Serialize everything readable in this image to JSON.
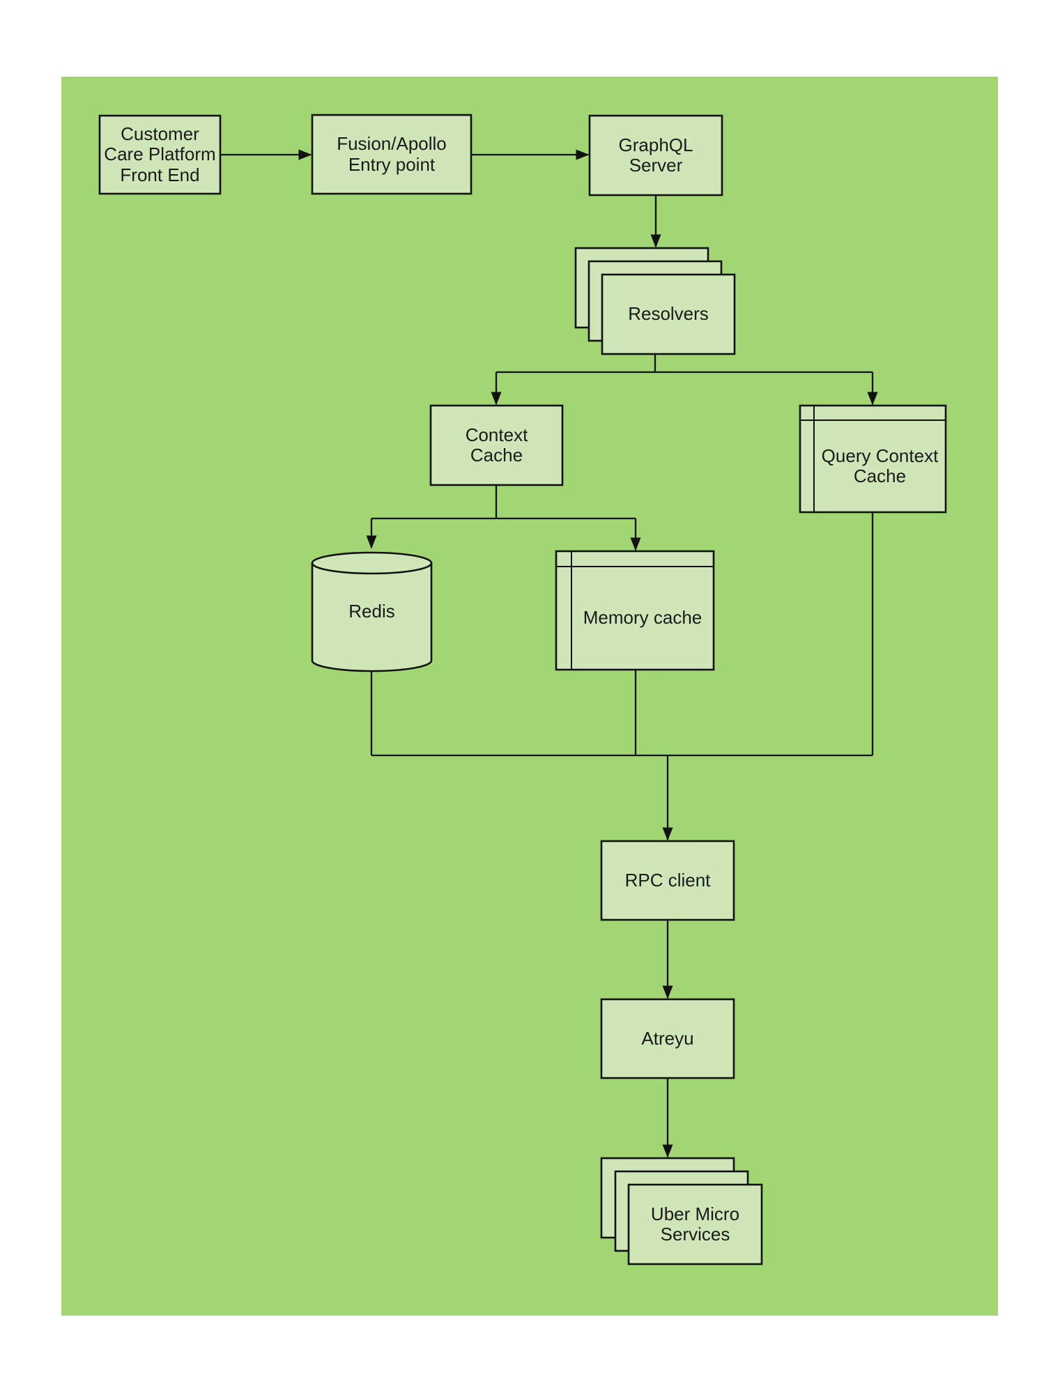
{
  "colors": {
    "canvas_background": "#a2d672",
    "node_fill": "#cfe7b8",
    "border": "#111111",
    "connector": "#111111",
    "text": "#1a1a1a"
  },
  "nodes": {
    "customer": {
      "label": "Customer\nCare Platform\nFront End",
      "shape": "rectangle"
    },
    "fusion": {
      "label": "Fusion/Apollo\nEntry point",
      "shape": "rectangle"
    },
    "graphql": {
      "label": "GraphQL\nServer",
      "shape": "rectangle"
    },
    "resolvers": {
      "label": "Resolvers",
      "shape": "stacked-rectangles"
    },
    "context_cache": {
      "label": "Context\nCache",
      "shape": "rectangle"
    },
    "query_context_cache": {
      "label": "Query Context\nCache",
      "shape": "internal-storage"
    },
    "redis": {
      "label": "Redis",
      "shape": "cylinder"
    },
    "memory_cache": {
      "label": "Memory cache",
      "shape": "internal-storage"
    },
    "rpc_client": {
      "label": "RPC client",
      "shape": "rectangle"
    },
    "atreyu": {
      "label": "Atreyu",
      "shape": "rectangle"
    },
    "uber_micro_services": {
      "label": "Uber Micro\nServices",
      "shape": "stacked-rectangles"
    }
  },
  "edges": [
    {
      "from": "customer",
      "to": "fusion"
    },
    {
      "from": "fusion",
      "to": "graphql"
    },
    {
      "from": "graphql",
      "to": "resolvers"
    },
    {
      "from": "resolvers",
      "to": "context_cache"
    },
    {
      "from": "resolvers",
      "to": "query_context_cache"
    },
    {
      "from": "context_cache",
      "to": "redis"
    },
    {
      "from": "context_cache",
      "to": "memory_cache"
    },
    {
      "from": "redis",
      "to": "rpc_client"
    },
    {
      "from": "memory_cache",
      "to": "rpc_client"
    },
    {
      "from": "query_context_cache",
      "to": "rpc_client"
    },
    {
      "from": "rpc_client",
      "to": "atreyu"
    },
    {
      "from": "atreyu",
      "to": "uber_micro_services"
    }
  ]
}
